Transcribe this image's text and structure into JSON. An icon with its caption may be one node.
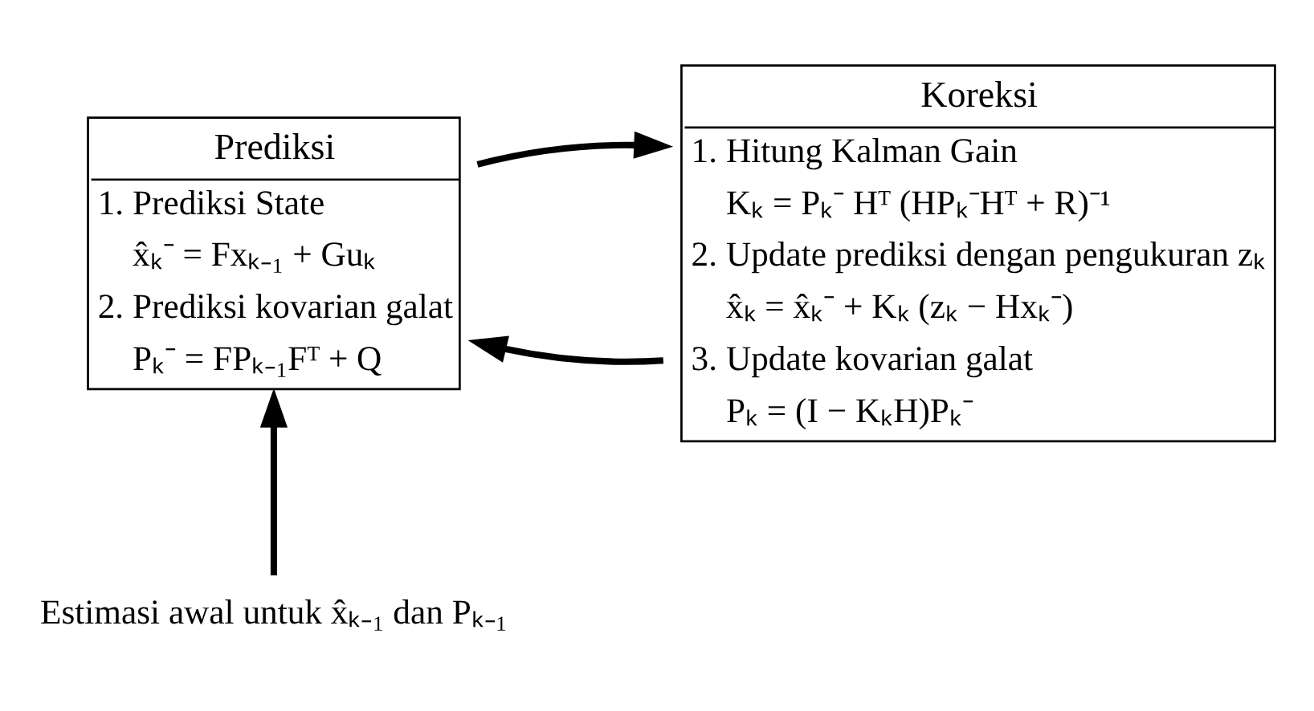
{
  "diagram": {
    "nodes": [
      {
        "text": [
          "Prediksi",
          "1. Prediksi State",
          "x̂ₖ⁻ = Fxₖ₋₁ + Guₖ",
          "2. Prediksi kovarian galat",
          "Pₖ⁻ = FPₖ₋₁Fᵀ + Q"
        ]
      },
      {
        "text": [
          "Koreksi",
          "1. Hitung Kalman Gain",
          "Kₖ = Pₖ⁻ Hᵀ (HPₖ⁻Hᵀ + R)⁻¹",
          "2. Update prediksi dengan pengukuran zₖ",
          "x̂ₖ = x̂ₖ⁻ + Kₖ (zₖ − Hxₖ⁻)",
          "3. Update kovarian galat",
          "Pₖ = (I − KₖH)Pₖ⁻"
        ]
      },
      {
        "text": [
          "Estimasi awal untuk x̂ₖ₋₁ dan Pₖ₋₁"
        ]
      }
    ],
    "edges": [
      {
        "from": 0,
        "to": 1,
        "arrow": "to"
      },
      {
        "from": 1,
        "to": 0,
        "arrow": "to"
      },
      {
        "from": 2,
        "to": 0,
        "arrow": "to"
      }
    ]
  }
}
